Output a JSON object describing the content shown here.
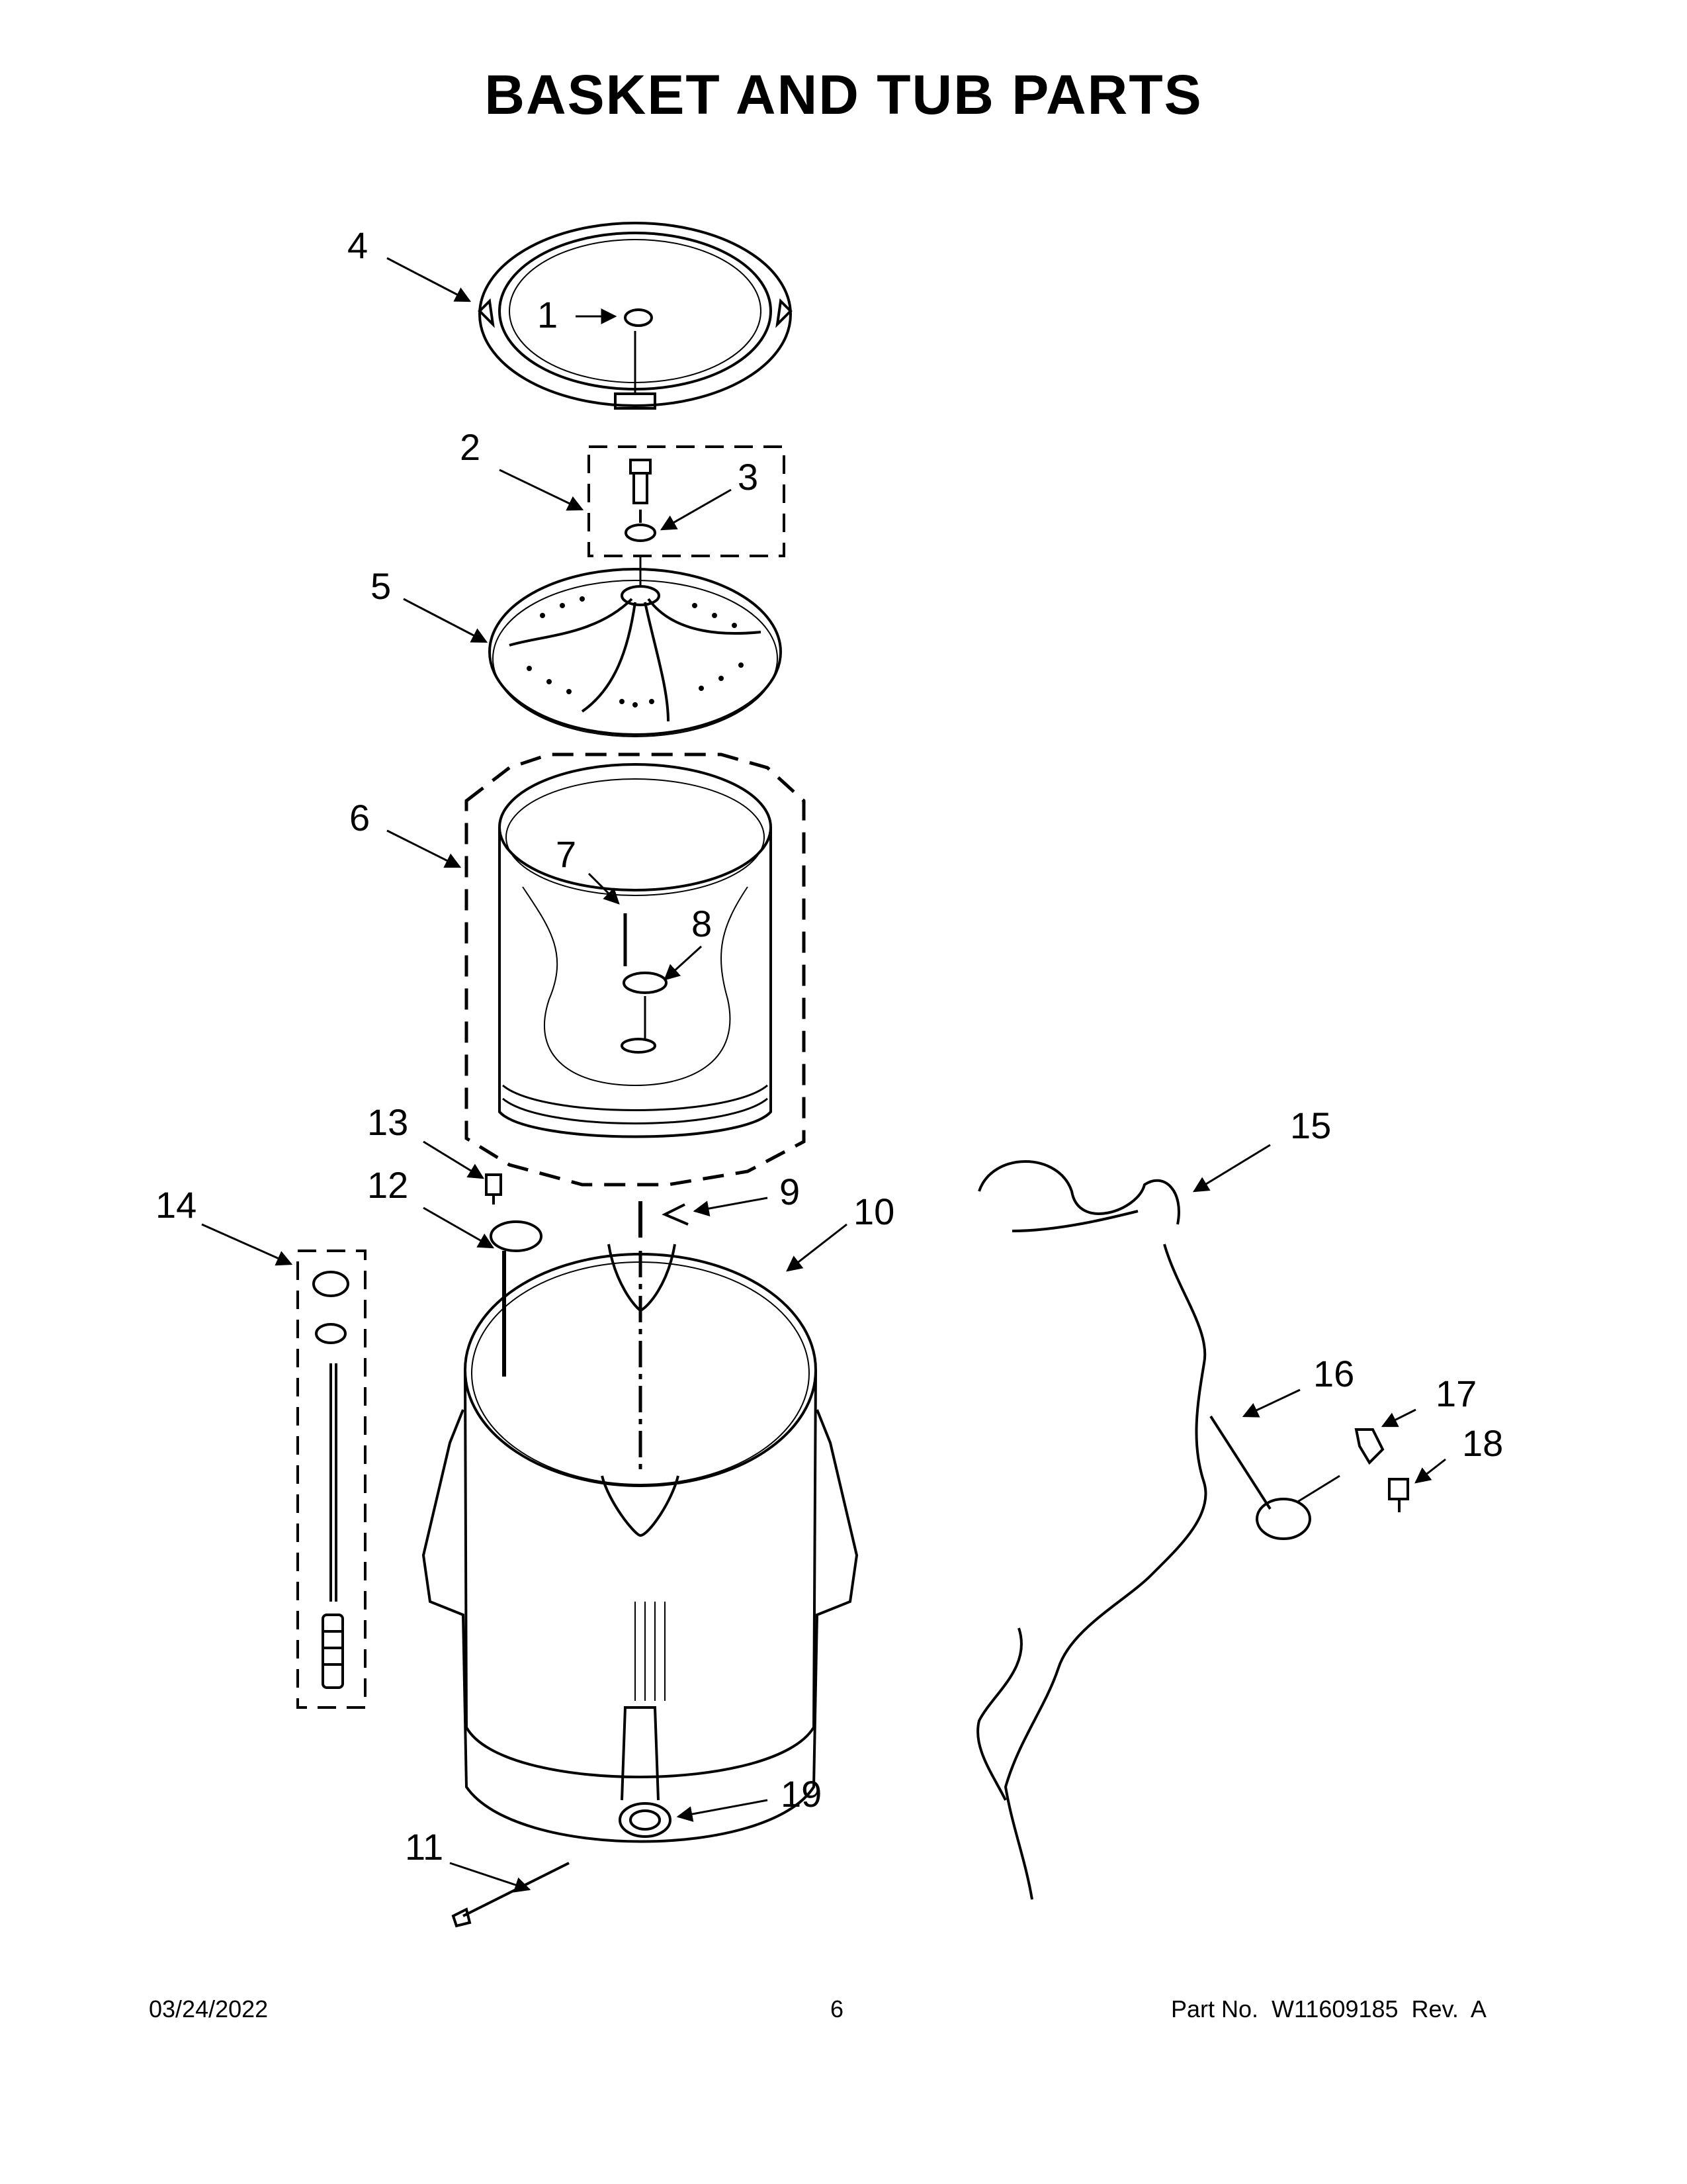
{
  "title": "BASKET AND TUB PARTS",
  "footer": {
    "date": "03/24/2022",
    "page": "6",
    "part_no": "Part No.  W11609185  Rev.  A"
  },
  "callouts": {
    "c1": "1",
    "c2": "2",
    "c3": "3",
    "c4": "4",
    "c5": "5",
    "c6": "6",
    "c7": "7",
    "c8": "8",
    "c9": "9",
    "c10": "10",
    "c11": "11",
    "c12": "12",
    "c13": "13",
    "c14": "14",
    "c15": "15",
    "c16": "16",
    "c17": "17",
    "c18": "18",
    "c19": "19"
  }
}
